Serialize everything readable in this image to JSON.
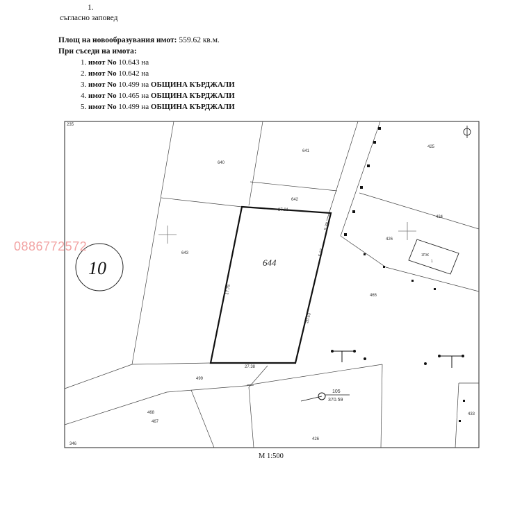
{
  "header": {
    "item_number": "1.",
    "order_text": "съгласно заповед"
  },
  "area": {
    "label": "Площ на новообразувания имот:",
    "value": "559.62 кв.м."
  },
  "neighbors": {
    "title": "При съседи на имота:",
    "items": [
      {
        "num": "1.",
        "bold": "имот No",
        "id": "10.643",
        "tail_pre": "на",
        "tail_bold": ""
      },
      {
        "num": "2.",
        "bold": "имот No",
        "id": "10.642",
        "tail_pre": "на",
        "tail_bold": ""
      },
      {
        "num": "3.",
        "bold": "имот No",
        "id": "10.499",
        "tail_pre": "на",
        "tail_bold": "ОБЩИНА КЪРДЖАЛИ"
      },
      {
        "num": "4.",
        "bold": "имот No",
        "id": "10.465",
        "tail_pre": "на",
        "tail_bold": "ОБЩИНА КЪРДЖАЛИ"
      },
      {
        "num": "5.",
        "bold": "имот No",
        "id": "10.499",
        "tail_pre": "на",
        "tail_bold": "ОБЩИНА КЪРДЖАЛИ"
      }
    ]
  },
  "map": {
    "main_parcel": "644",
    "block": "10",
    "phone": "0886772572",
    "scale": "M 1:500",
    "parcels": [
      "640",
      "641",
      "642",
      "643",
      "425",
      "424",
      "426",
      "465",
      "499",
      "468",
      "467",
      "426",
      "433",
      "346",
      "235"
    ],
    "dims": [
      "37.81",
      "5.38",
      "5.37",
      "17.75",
      "20.53",
      "27.38"
    ],
    "geodetic_point": "105",
    "elevation": "370.59",
    "building": "1ПЖ",
    "building_floor": "1"
  }
}
